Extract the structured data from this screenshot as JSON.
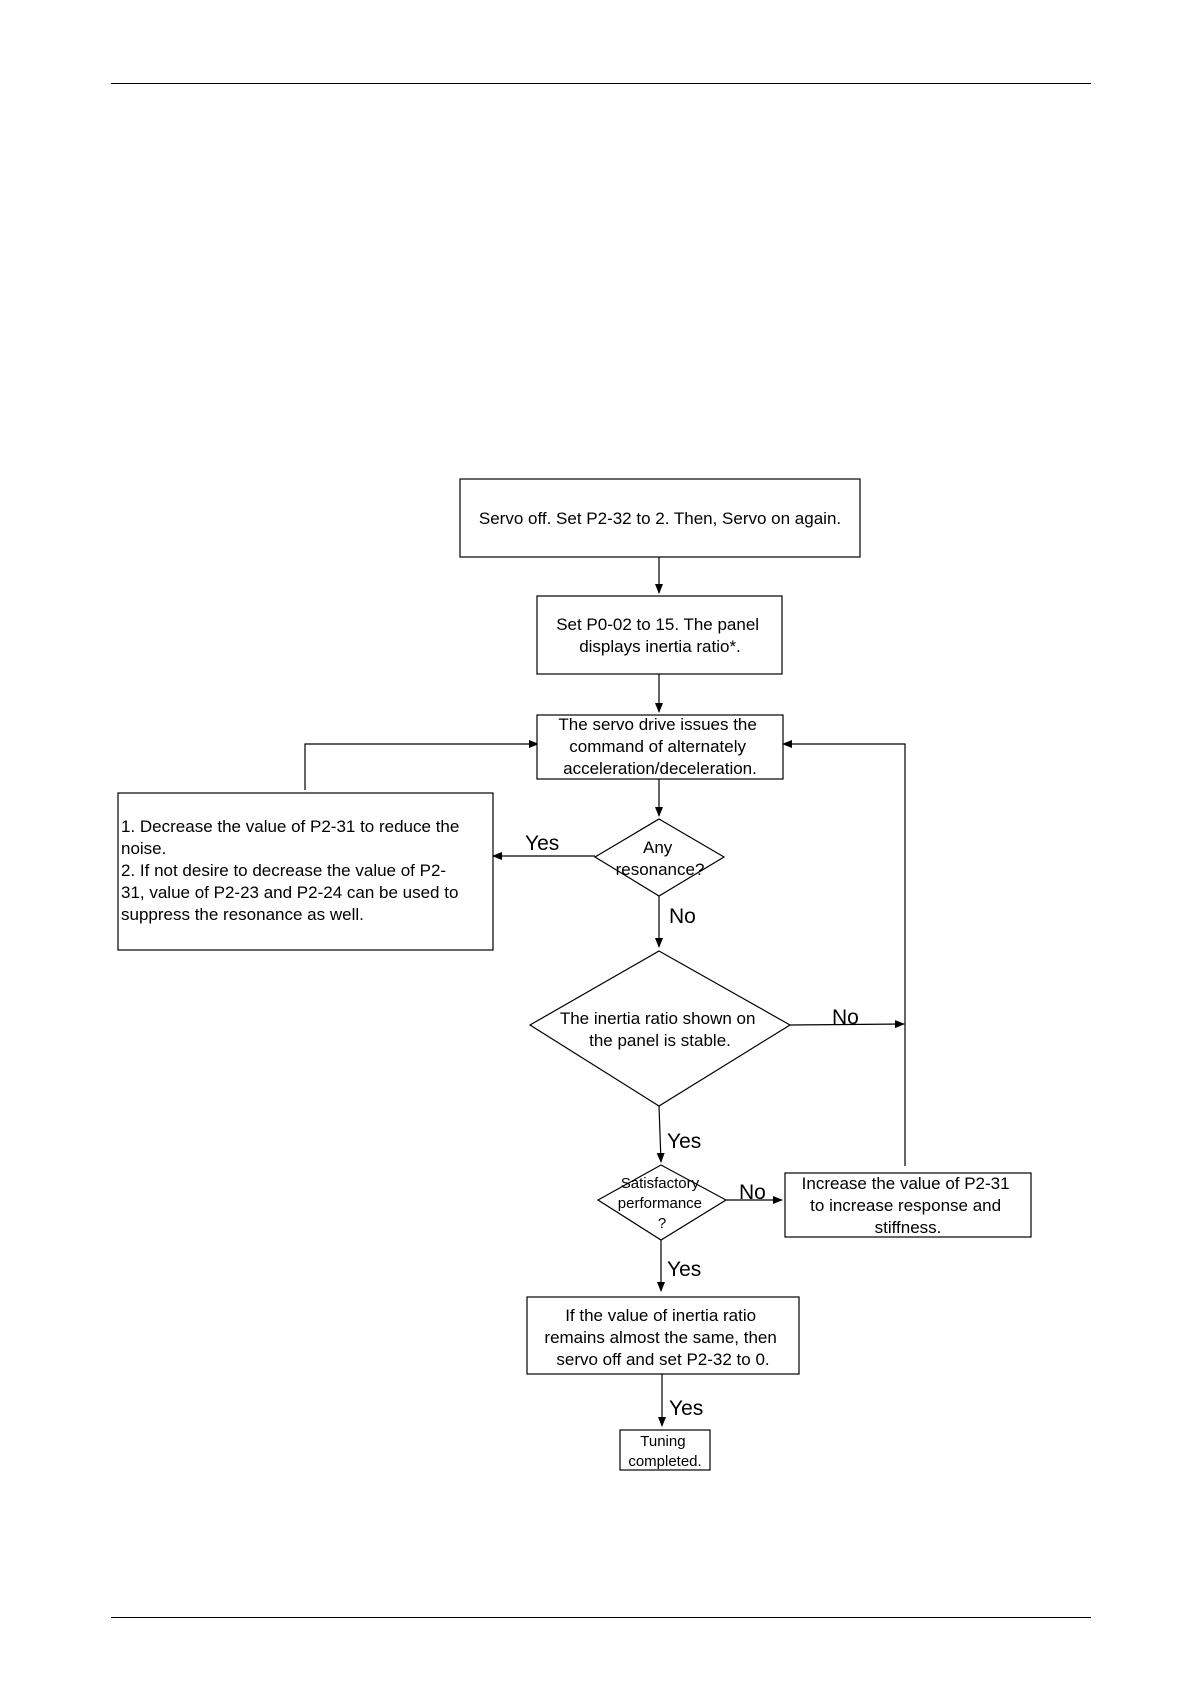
{
  "flowchart": {
    "step1": "Servo off. Set P2-32 to 2. Then, Servo on again.",
    "step2": [
      "Set P0-02 to 15. The panel",
      "displays inertia ratio*."
    ],
    "step3": [
      "The servo drive issues the",
      "command of alternately",
      "acceleration/deceleration."
    ],
    "decision_resonance": [
      "Any",
      "resonance?"
    ],
    "resonance_action": [
      "1. Decrease the value of P2-31 to reduce the",
      "noise.",
      "2. If not desire to decrease the value of P2-",
      "31, value of P2-23 and P2-24 can be used to",
      "suppress the resonance as well."
    ],
    "decision_stable": [
      "The inertia ratio shown on",
      "the panel is stable."
    ],
    "decision_performance": [
      "Satisfactory",
      "performance",
      "?"
    ],
    "increase_action": [
      "Increase the value of P2-31",
      "to increase response and",
      "stiffness."
    ],
    "final_step": [
      "If the value of inertia ratio",
      "remains almost the same, then",
      "servo off and set P2-32 to 0."
    ],
    "end": [
      "Tuning",
      "completed."
    ],
    "labels": {
      "resonance_yes": "Yes",
      "resonance_no": "No",
      "stable_no": "No",
      "stable_yes": "Yes",
      "performance_no": "No",
      "performance_yes": "Yes",
      "final_yes": "Yes"
    }
  }
}
